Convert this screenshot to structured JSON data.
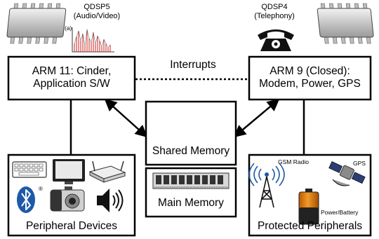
{
  "boxes": {
    "arm11": {
      "line1": "ARM 11: Cinder,",
      "line2": "Application S/W"
    },
    "arm9": {
      "line1": "ARM 9 (Closed):",
      "line2": "Modem, Power, GPS"
    },
    "shared_memory": "Shared Memory",
    "main_memory": "Main Memory",
    "peripheral_devices": "Peripheral Devices",
    "protected_peripherals": "Protected Peripherals"
  },
  "qdsp5": {
    "line1": "QDSP5",
    "line2": "(Audio/Video)",
    "chart_axis_label": "(a)"
  },
  "qdsp4": {
    "line1": "QDSP4",
    "line2": "(Telephony)"
  },
  "interrupts_label": "Interrupts",
  "protected_items": {
    "gsm": "GSM Radio",
    "gps": "GPS",
    "battery": "Power/Battery"
  },
  "icons": [
    "chip-icon",
    "signal-plot-icon",
    "telephone-icon",
    "keyboard-icon",
    "monitor-icon",
    "router-icon",
    "bluetooth-icon",
    "camera-icon",
    "speaker-icon",
    "memory-module-icon",
    "radio-tower-icon",
    "satellite-icon",
    "battery-icon"
  ],
  "colors": {
    "line": "#000000",
    "plot_red": "#d21f1f",
    "bluetooth": "#1e5aa8",
    "battery": "#e07a10"
  }
}
